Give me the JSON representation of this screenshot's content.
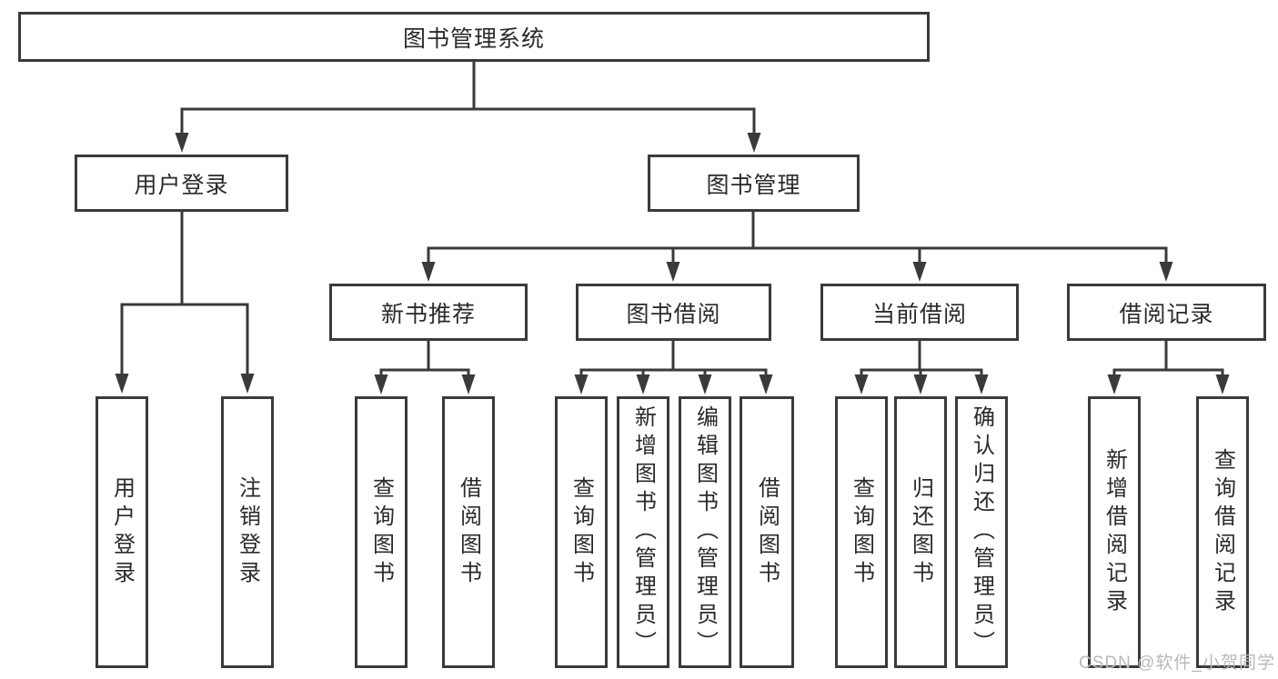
{
  "diagram_title": "图书管理系统",
  "nodes": {
    "root": "图书管理系统",
    "userLogin": "用户登录",
    "bookMgmt": "图书管理",
    "newBookRec": "新书推荐",
    "bookBorrow": "图书借阅",
    "currentBorrow": "当前借阅",
    "borrowRecords": "借阅记录",
    "ulUserLogin": "用户登录",
    "ulLogout": "注销登录",
    "nbQueryBook": "查询图书",
    "nbBorrowBook": "借阅图书",
    "bbQueryBook": "查询图书",
    "bbAddBook": "新增图书（管理员）",
    "bbEditBook": "编辑图书（管理员）",
    "bbBorrowBook": "借阅图书",
    "cbQueryBook": "查询图书",
    "cbReturnBook": "归还图书",
    "cbConfirmReturn": "确认归还（管理员）",
    "brAddRecord": "新增借阅记录",
    "brQueryRecord": "查询借阅记录"
  },
  "hierarchy": [
    {
      "parent": "图书管理系统",
      "children": [
        "用户登录",
        "图书管理"
      ]
    },
    {
      "parent": "用户登录",
      "children": [
        "用户登录",
        "注销登录"
      ]
    },
    {
      "parent": "图书管理",
      "children": [
        "新书推荐",
        "图书借阅",
        "当前借阅",
        "借阅记录"
      ]
    },
    {
      "parent": "新书推荐",
      "children": [
        "查询图书",
        "借阅图书"
      ]
    },
    {
      "parent": "图书借阅",
      "children": [
        "查询图书",
        "新增图书（管理员）",
        "编辑图书（管理员）",
        "借阅图书"
      ]
    },
    {
      "parent": "当前借阅",
      "children": [
        "查询图书",
        "归还图书",
        "确认归还（管理员）"
      ]
    },
    {
      "parent": "借阅记录",
      "children": [
        "新增借阅记录",
        "查询借阅记录"
      ]
    }
  ],
  "watermark": "CSDN @软件_小贺同学",
  "colors": {
    "line": "#3a3a3a",
    "text": "#2a2a2a",
    "background": "#ffffff",
    "watermark": "#b9b9b9"
  }
}
